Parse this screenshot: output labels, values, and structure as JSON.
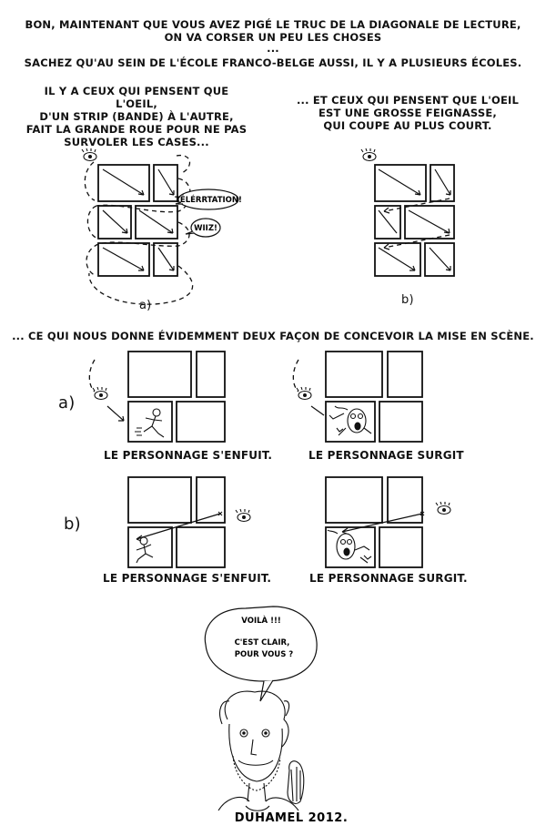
{
  "header": {
    "line1": "BON, MAINTENANT QUE VOUS AVEZ PIGÉ LE TRUC DE LA DIAGONALE DE LECTURE,",
    "line2": "ON VA CORSER UN PEU LES CHOSES",
    "dots": "...",
    "line3": "SACHEZ QU'AU SEIN DE L'ÉCOLE FRANCO-BELGE AUSSI, IL Y A PLUSIEURS ÉCOLES."
  },
  "left_column": {
    "text": "IL Y A CEUX QUI PENSENT QUE L'OEIL,\nD'UN STRIP (BANDE) À L'AUTRE,\nFAIT LA GRANDE ROUE POUR NE PAS\nSURVOLER LES CASES...",
    "bubble1": "TÉLÉRRTATION!",
    "bubble2": "WIIZ!",
    "label": "a)"
  },
  "right_column": {
    "text": "... ET CEUX QUI PENSENT QUE L'OEIL\nEST UNE GROSSE FEIGNASSE,\nQUI COUPE AU PLUS COURT.",
    "label": "b)"
  },
  "middle_text": "... CE QUI NOUS DONNE ÉVIDEMMENT DEUX FAÇON DE CONCEVOIR LA MISE EN SCÈNE.",
  "row_a": {
    "label": "a)",
    "caption_left": "LE PERSONNAGE S'ENFUIT.",
    "caption_right": "LE PERSONNAGE SURGIT"
  },
  "row_b": {
    "label": "b)",
    "caption_left": "LE PERSONNAGE S'ENFUIT.",
    "caption_right": "LE PERSONNAGE SURGIT."
  },
  "author_bubble": {
    "line1": "VOILÀ !!!",
    "line2": "C'EST CLAIR,",
    "line3": "POUR VOUS ?"
  },
  "signature": "DUHAMEL 2012."
}
